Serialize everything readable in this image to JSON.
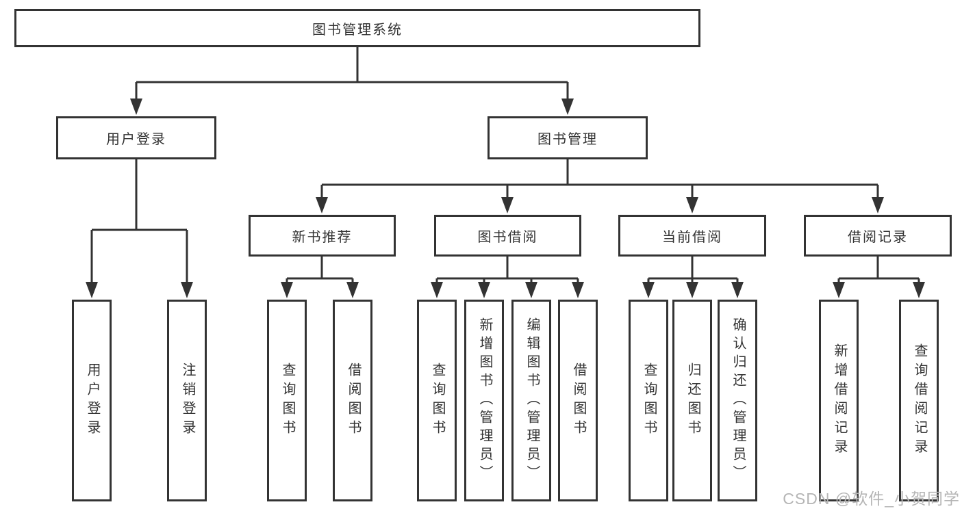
{
  "colors": {
    "line": "#333333",
    "box_border": "#333333",
    "box_background": "#ffffff",
    "text": "#333333",
    "watermark": "#b5b5b5",
    "background": "#ffffff"
  },
  "nodes": {
    "root": {
      "label": "图书管理系统"
    },
    "user_login": {
      "label": "用户登录"
    },
    "book_mgmt": {
      "label": "图书管理"
    },
    "new_book_rec": {
      "label": "新书推荐"
    },
    "book_borrow": {
      "label": "图书借阅"
    },
    "current_borrow": {
      "label": "当前借阅"
    },
    "borrow_records": {
      "label": "借阅记录"
    },
    "leaf_user_login": {
      "label": "用户登录"
    },
    "leaf_logout": {
      "label": "注销登录"
    },
    "leaf_rec_query_book": {
      "label": "查询图书"
    },
    "leaf_rec_borrow_book": {
      "label": "借阅图书"
    },
    "leaf_bb_query_book": {
      "label": "查询图书"
    },
    "leaf_bb_add_book": {
      "label": "新增图书（管理员）"
    },
    "leaf_bb_edit_book": {
      "label": "编辑图书（管理员）"
    },
    "leaf_bb_borrow_book": {
      "label": "借阅图书"
    },
    "leaf_cb_query_book": {
      "label": "查询图书"
    },
    "leaf_cb_return_book": {
      "label": "归还图书"
    },
    "leaf_cb_confirm_return": {
      "label": "确认归还（管理员）"
    },
    "leaf_br_add_record": {
      "label": "新增借阅记录"
    },
    "leaf_br_query_record": {
      "label": "查询借阅记录"
    }
  },
  "watermark": {
    "text": "CSDN @软件_小贺同学"
  }
}
